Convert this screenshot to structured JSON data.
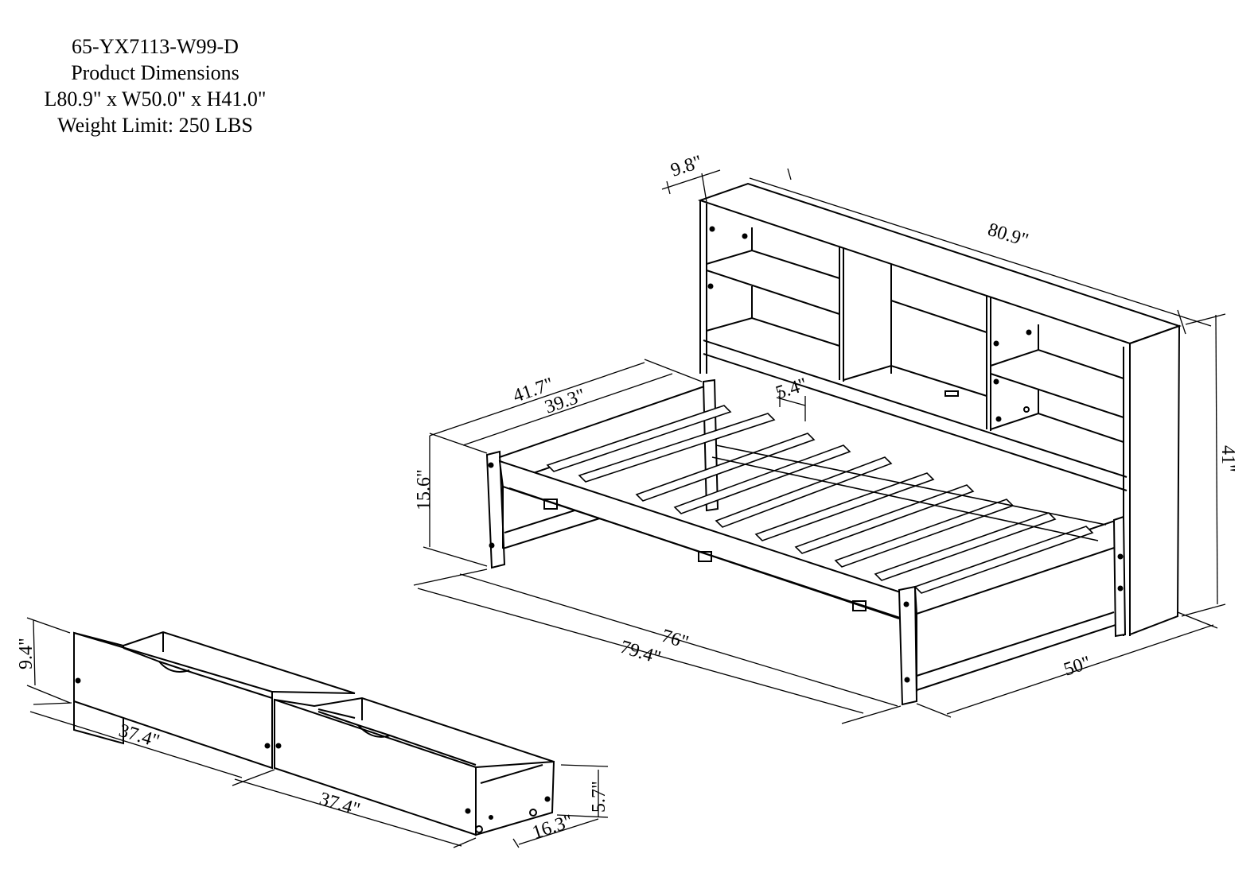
{
  "header": {
    "model": "65-YX7113-W99-D",
    "caption": "Product Dimensions",
    "overall_size": "L80.9\" x W50.0\" x H41.0\"",
    "weight_limit": "Weight Limit: 250 LBS"
  },
  "dimensions": {
    "shelf_depth": "9.8\"",
    "headboard_length": "80.9\"",
    "overall_height": "41\"",
    "outer_width": "41.7\"",
    "inner_width": "39.3\"",
    "slat_gap": "5.4\"",
    "side_height": "15.6\"",
    "inner_length": "76\"",
    "outer_length": "79.4\"",
    "overall_width": "50\"",
    "drawer_height": "9.4\"",
    "drawer1_length": "37.4\"",
    "drawer2_length": "37.4\"",
    "drawer_depth": "16.3\"",
    "drawer_inner_height": "5.7\""
  },
  "colors": {
    "line": "#000000",
    "background": "#ffffff"
  }
}
